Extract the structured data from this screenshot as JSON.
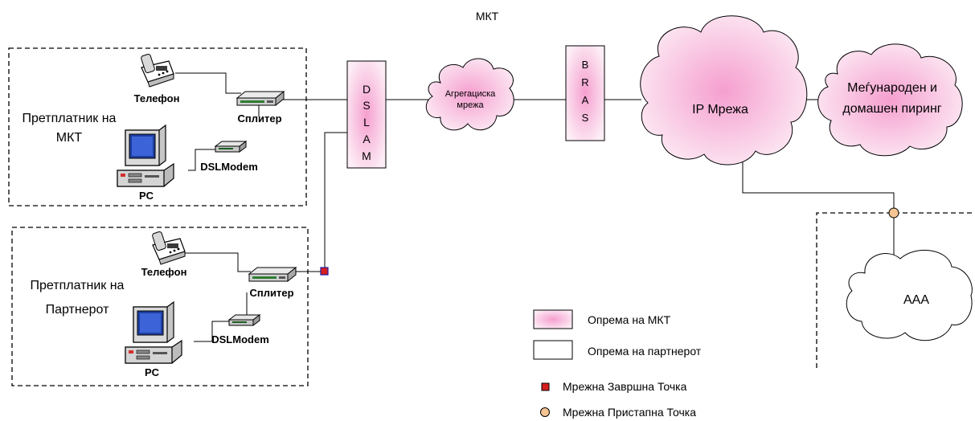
{
  "title": "МКТ",
  "colors": {
    "mkt_pink": "#f6a6d2",
    "mkt_pink_light": "#fde8f3",
    "partner_fill": "#ffffff",
    "termination_point": "#d61e1e",
    "access_point": "#f5c493",
    "line": "#000000"
  },
  "subscriber_mkt": {
    "title_line1": "Претплатник на",
    "title_line2": "МКТ",
    "phone_label": "Телефон",
    "splitter_label": "Сплитер",
    "modem_label": "DSLModem",
    "pc_label": "PC"
  },
  "subscriber_partner": {
    "title_line1": "Претплатник на",
    "title_line2": "Партнерот",
    "phone_label": "Телефон",
    "splitter_label": "Сплитер",
    "modem_label": "DSLModem",
    "pc_label": "PC"
  },
  "dslam": {
    "letters": [
      "D",
      "S",
      "L",
      "A",
      "M"
    ]
  },
  "aggregation": {
    "line1": "Агрегациска",
    "line2": "мрежа"
  },
  "bras": {
    "letters": [
      "B",
      "R",
      "A",
      "S"
    ]
  },
  "ip_network": {
    "label": "IP Мрежа"
  },
  "peering": {
    "line1": "Меѓународен и",
    "line2": "домашен пиринг"
  },
  "aaa": {
    "label": "AAA"
  },
  "legend": {
    "mkt_equipment": "Опрема на МКТ",
    "partner_equipment": "Опрема на партнерот",
    "termination_point": "Мрежна Завршна Точка",
    "access_point": "Мрежна Пристапна Точка"
  }
}
